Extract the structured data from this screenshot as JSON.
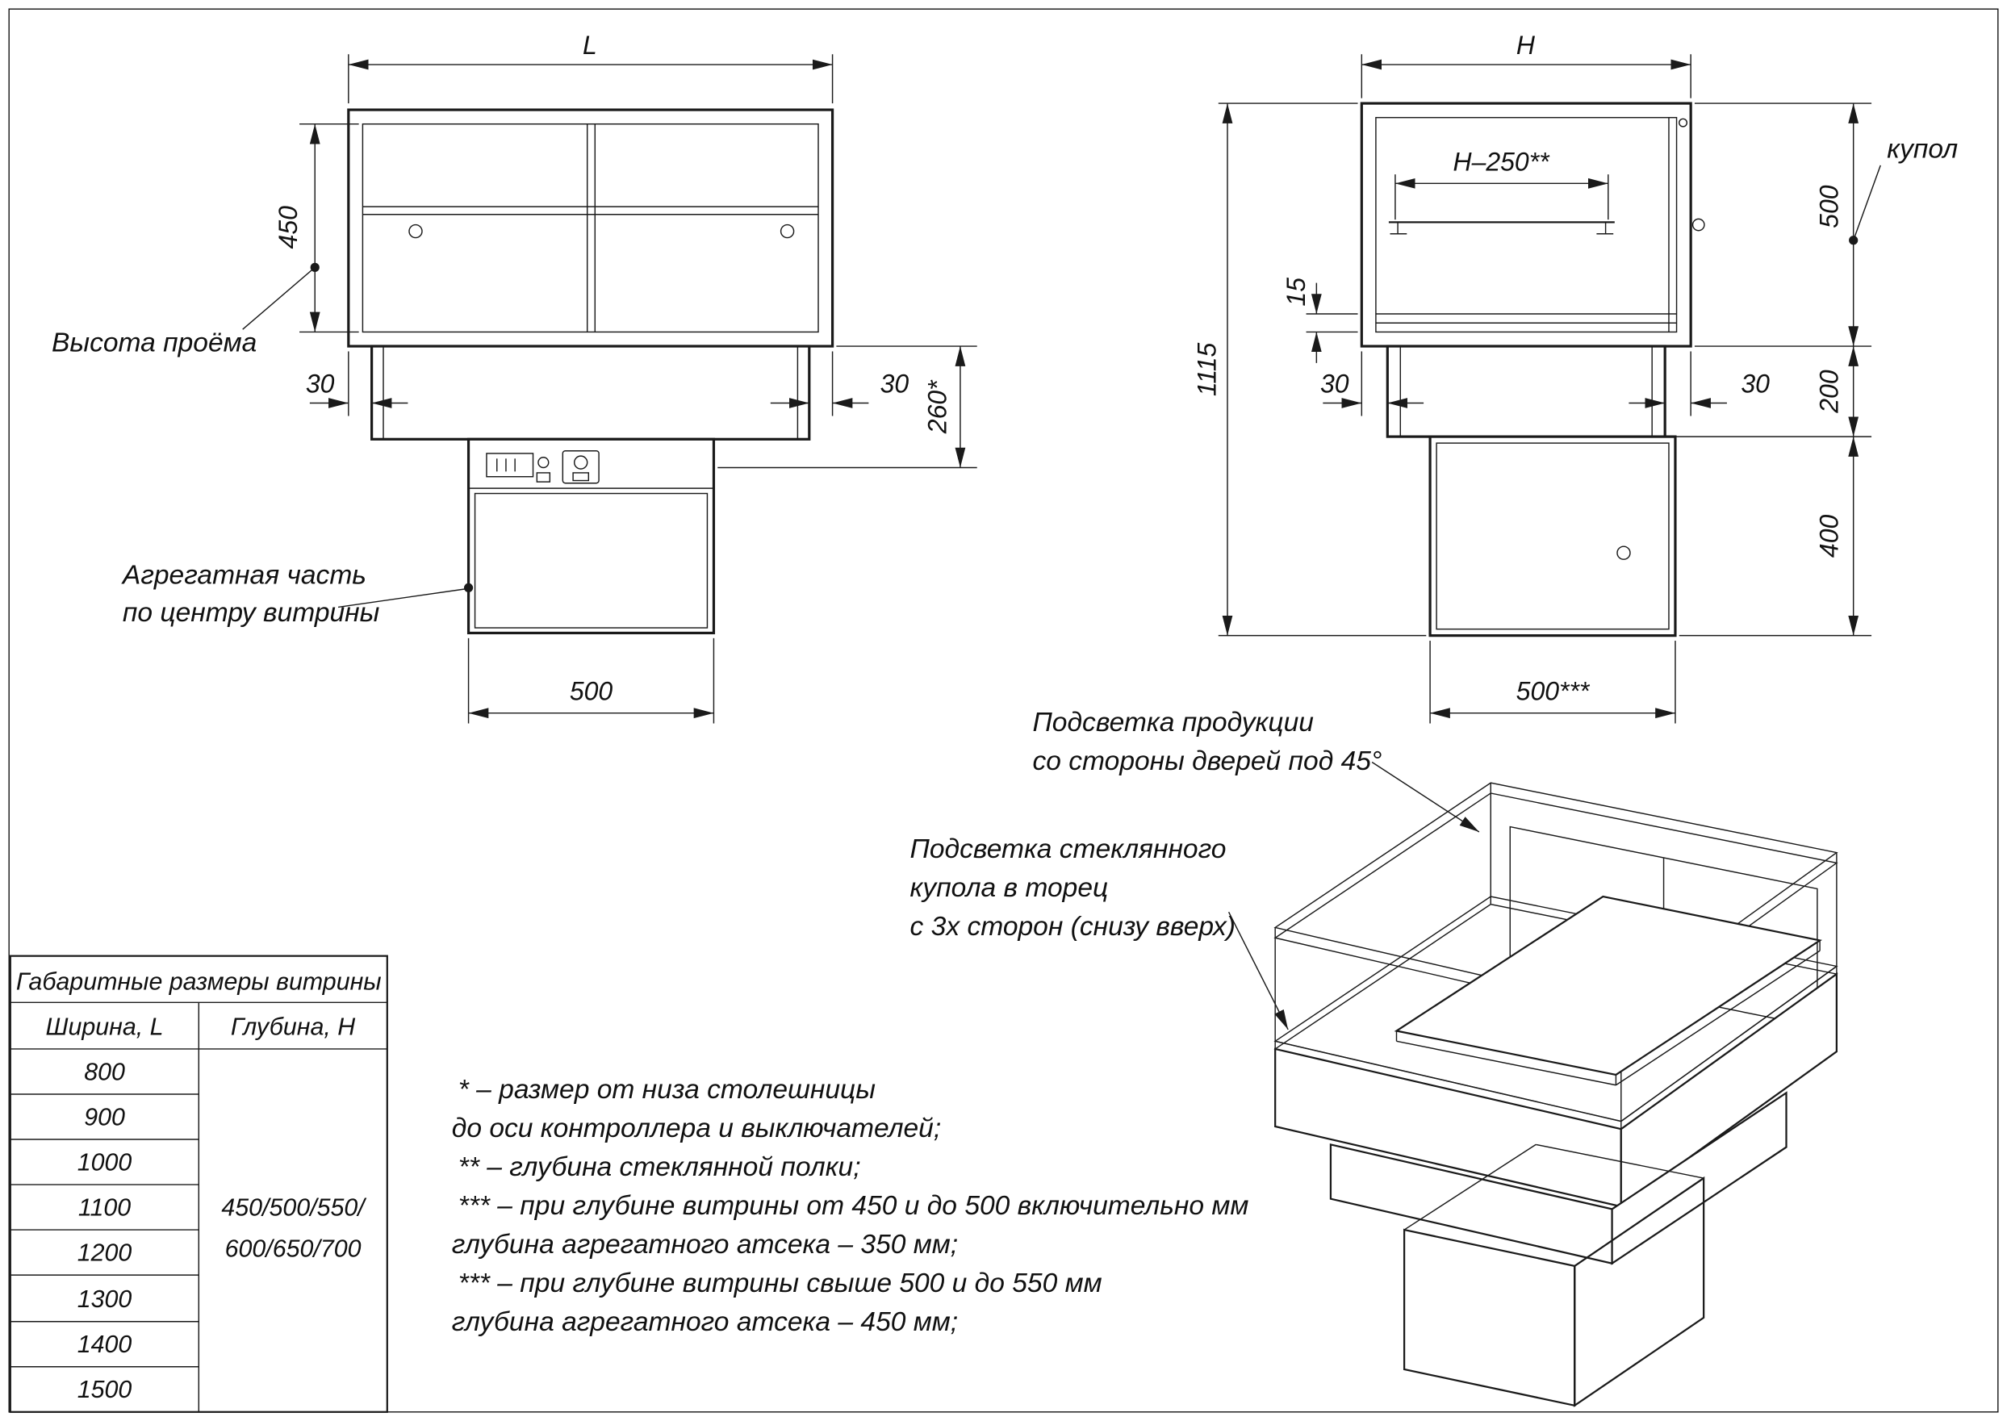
{
  "front": {
    "dim_l": "L",
    "dim_450": "450",
    "opening_height": "Высота проёма",
    "dim_30_left": "30",
    "dim_30_right": "30",
    "dim_260": "260*",
    "aggregate_1": "Агрегатная часть",
    "aggregate_2": "по центру витрины",
    "dim_500": "500"
  },
  "side": {
    "dim_h": "H",
    "dim_h250": "H–250**",
    "dome": "купол",
    "dim_500_dome": "500",
    "dim_15": "15",
    "dim_1115": "1115",
    "dim_30_left": "30",
    "dim_30_right": "30",
    "dim_200": "200",
    "dim_400": "400",
    "dim_500_bottom": "500***"
  },
  "iso": {
    "light_products_1": "Подсветка продукции",
    "light_products_2": "со стороны дверей под 45°",
    "light_dome_1": "Подсветка стеклянного",
    "light_dome_2": "купола в торец",
    "light_dome_3": "с 3х сторон (снизу вверх)"
  },
  "table": {
    "title": "Габаритные размеры витрины",
    "col_width": "Ширина, L",
    "col_depth": "Глубина, H",
    "widths": [
      "800",
      "900",
      "1000",
      "1100",
      "1200",
      "1300",
      "1400",
      "1500"
    ],
    "depth_line1": "450/500/550/",
    "depth_line2": "600/650/700"
  },
  "notes": {
    "l1": "* – размер от низа столешницы",
    "l2": "до оси контроллера и выключателей;",
    "l3": "** – глубина стеклянной полки;",
    "l4": "*** – при глубине витрины от 450 и до 500 включительно мм",
    "l5": "глубина агрегатного атсека – 350 мм;",
    "l6": "*** – при глубине витрины свыше 500 и до 550 мм",
    "l7": "глубина агрегатного атсека – 450 мм;"
  }
}
